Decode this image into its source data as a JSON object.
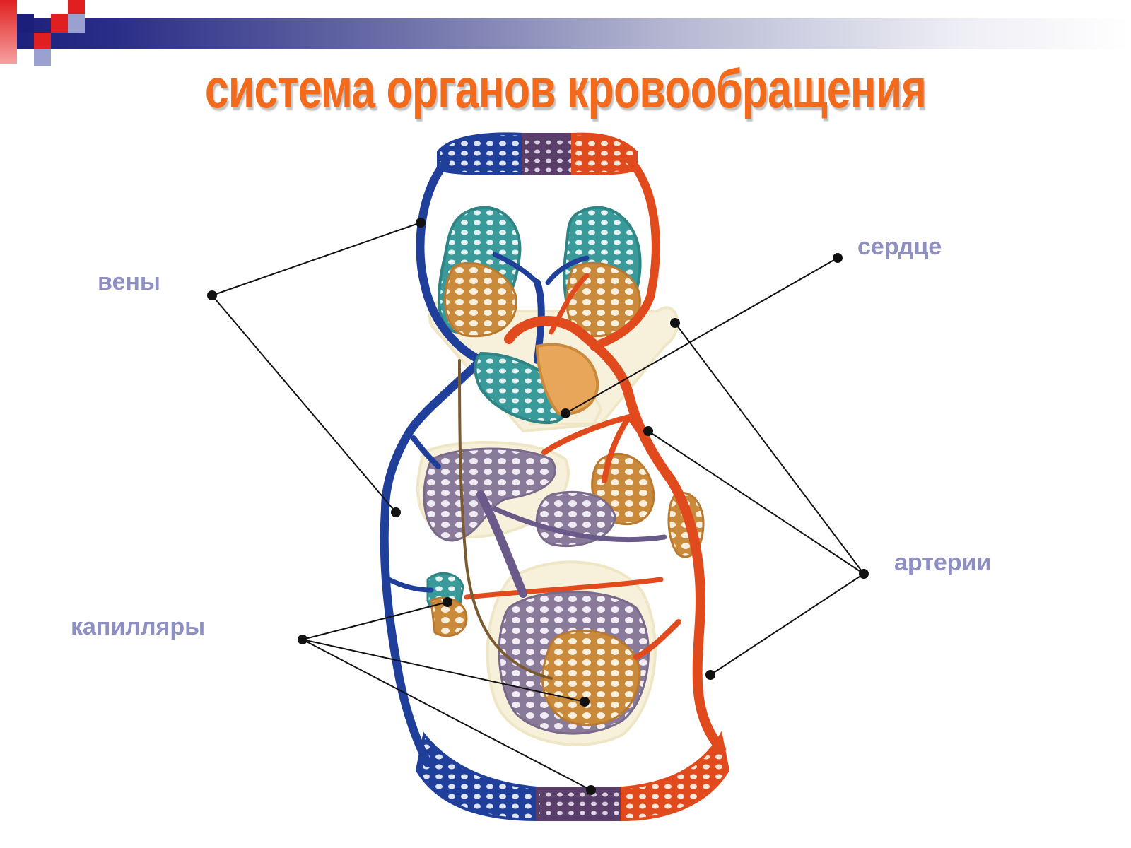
{
  "title": "система органов кровообращения",
  "labels": {
    "veins": "вены",
    "heart": "сердце",
    "arteries": "артерии",
    "capillaries": "капилляры"
  },
  "colors": {
    "title": "#f26a1a",
    "label": "#8e90c4",
    "vein": "#1f3f9a",
    "artery": "#e04a1c",
    "pulmonary_capillary": "#3a9a9a",
    "organ_capillary": "#c98a3c",
    "mixed_capillary": "#8a7a9a"
  }
}
